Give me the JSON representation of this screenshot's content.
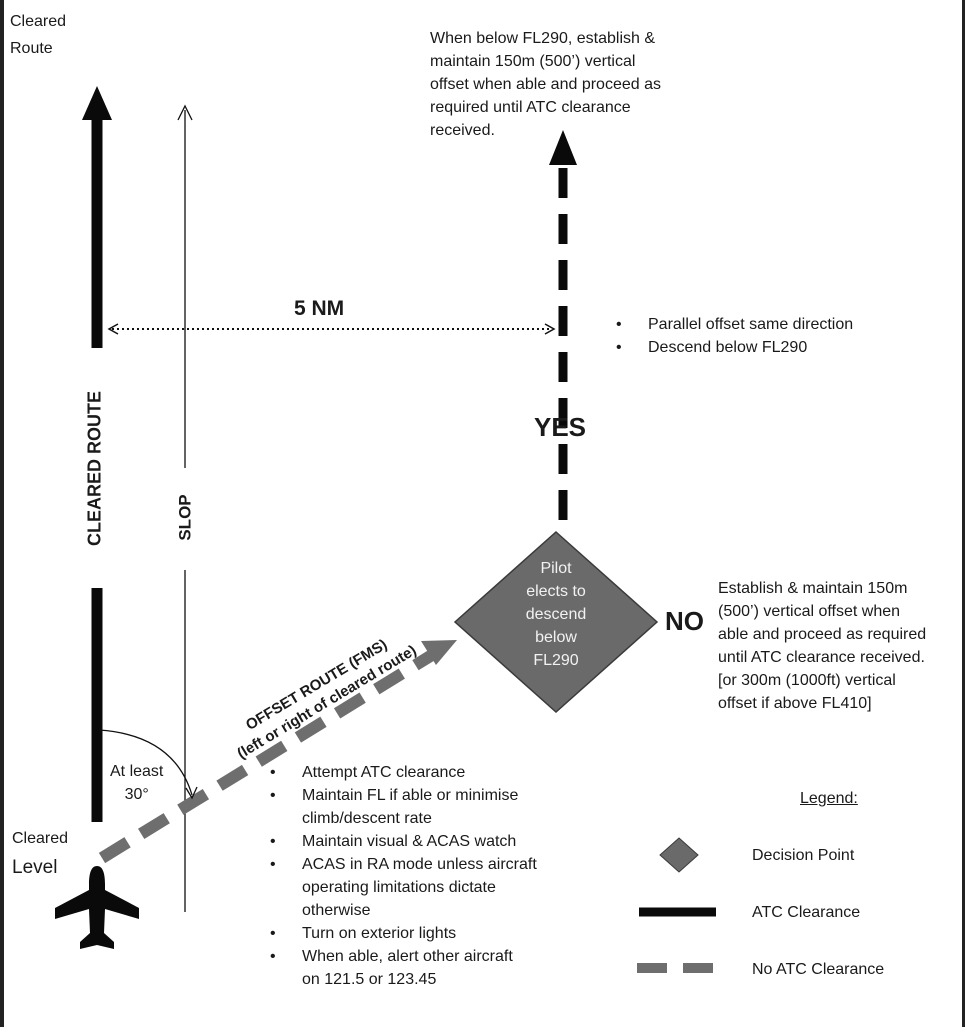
{
  "labels": {
    "cleared_route_top": [
      "Cleared",
      "Route"
    ],
    "cleared_route_vertical": "CLEARED ROUTE",
    "slop": "SLOP",
    "five_nm": "5 NM",
    "yes": "YES",
    "no": "NO",
    "offset_route_line1": "OFFSET ROUTE  (FMS)",
    "offset_route_line2": "(left or right of cleared route)",
    "at_least": "At least",
    "thirty_deg": "30°",
    "cleared_level": [
      "Cleared",
      "Level"
    ]
  },
  "top_note": [
    "When below FL290, establish &",
    "maintain 150m (500’) vertical",
    "offset when able and proceed as",
    "required until ATC clearance",
    "received."
  ],
  "yes_bullets": [
    "Parallel offset same direction",
    "Descend below FL290"
  ],
  "decision": [
    "Pilot",
    "elects to",
    "descend",
    "below",
    "FL290"
  ],
  "no_note": [
    "Establish & maintain 150m",
    "(500’) vertical offset when",
    "able and proceed as required",
    "until ATC clearance received.",
    "[or 300m (1000ft) vertical",
    "offset if above FL410]"
  ],
  "actions": [
    [
      "Attempt ATC clearance"
    ],
    [
      "Maintain FL if able or minimise",
      "climb/descent rate"
    ],
    [
      "Maintain visual & ACAS watch"
    ],
    [
      "ACAS in RA mode  unless aircraft",
      "operating limitations dictate",
      "otherwise"
    ],
    [
      "Turn on exterior lights"
    ],
    [
      "When able, alert other aircraft",
      "on 121.5 or 123.45"
    ]
  ],
  "legend": {
    "title": "Legend:",
    "items": [
      {
        "symbol": "diamond",
        "label": "Decision Point"
      },
      {
        "symbol": "solid-line",
        "label": "ATC Clearance"
      },
      {
        "symbol": "dashed-line",
        "label": "No ATC Clearance"
      }
    ]
  },
  "colors": {
    "solid": "#0a0a0a",
    "dashed_grey": "#6e6e6e",
    "diamond": "#6a6a6a",
    "text": "#1a1a1a"
  }
}
